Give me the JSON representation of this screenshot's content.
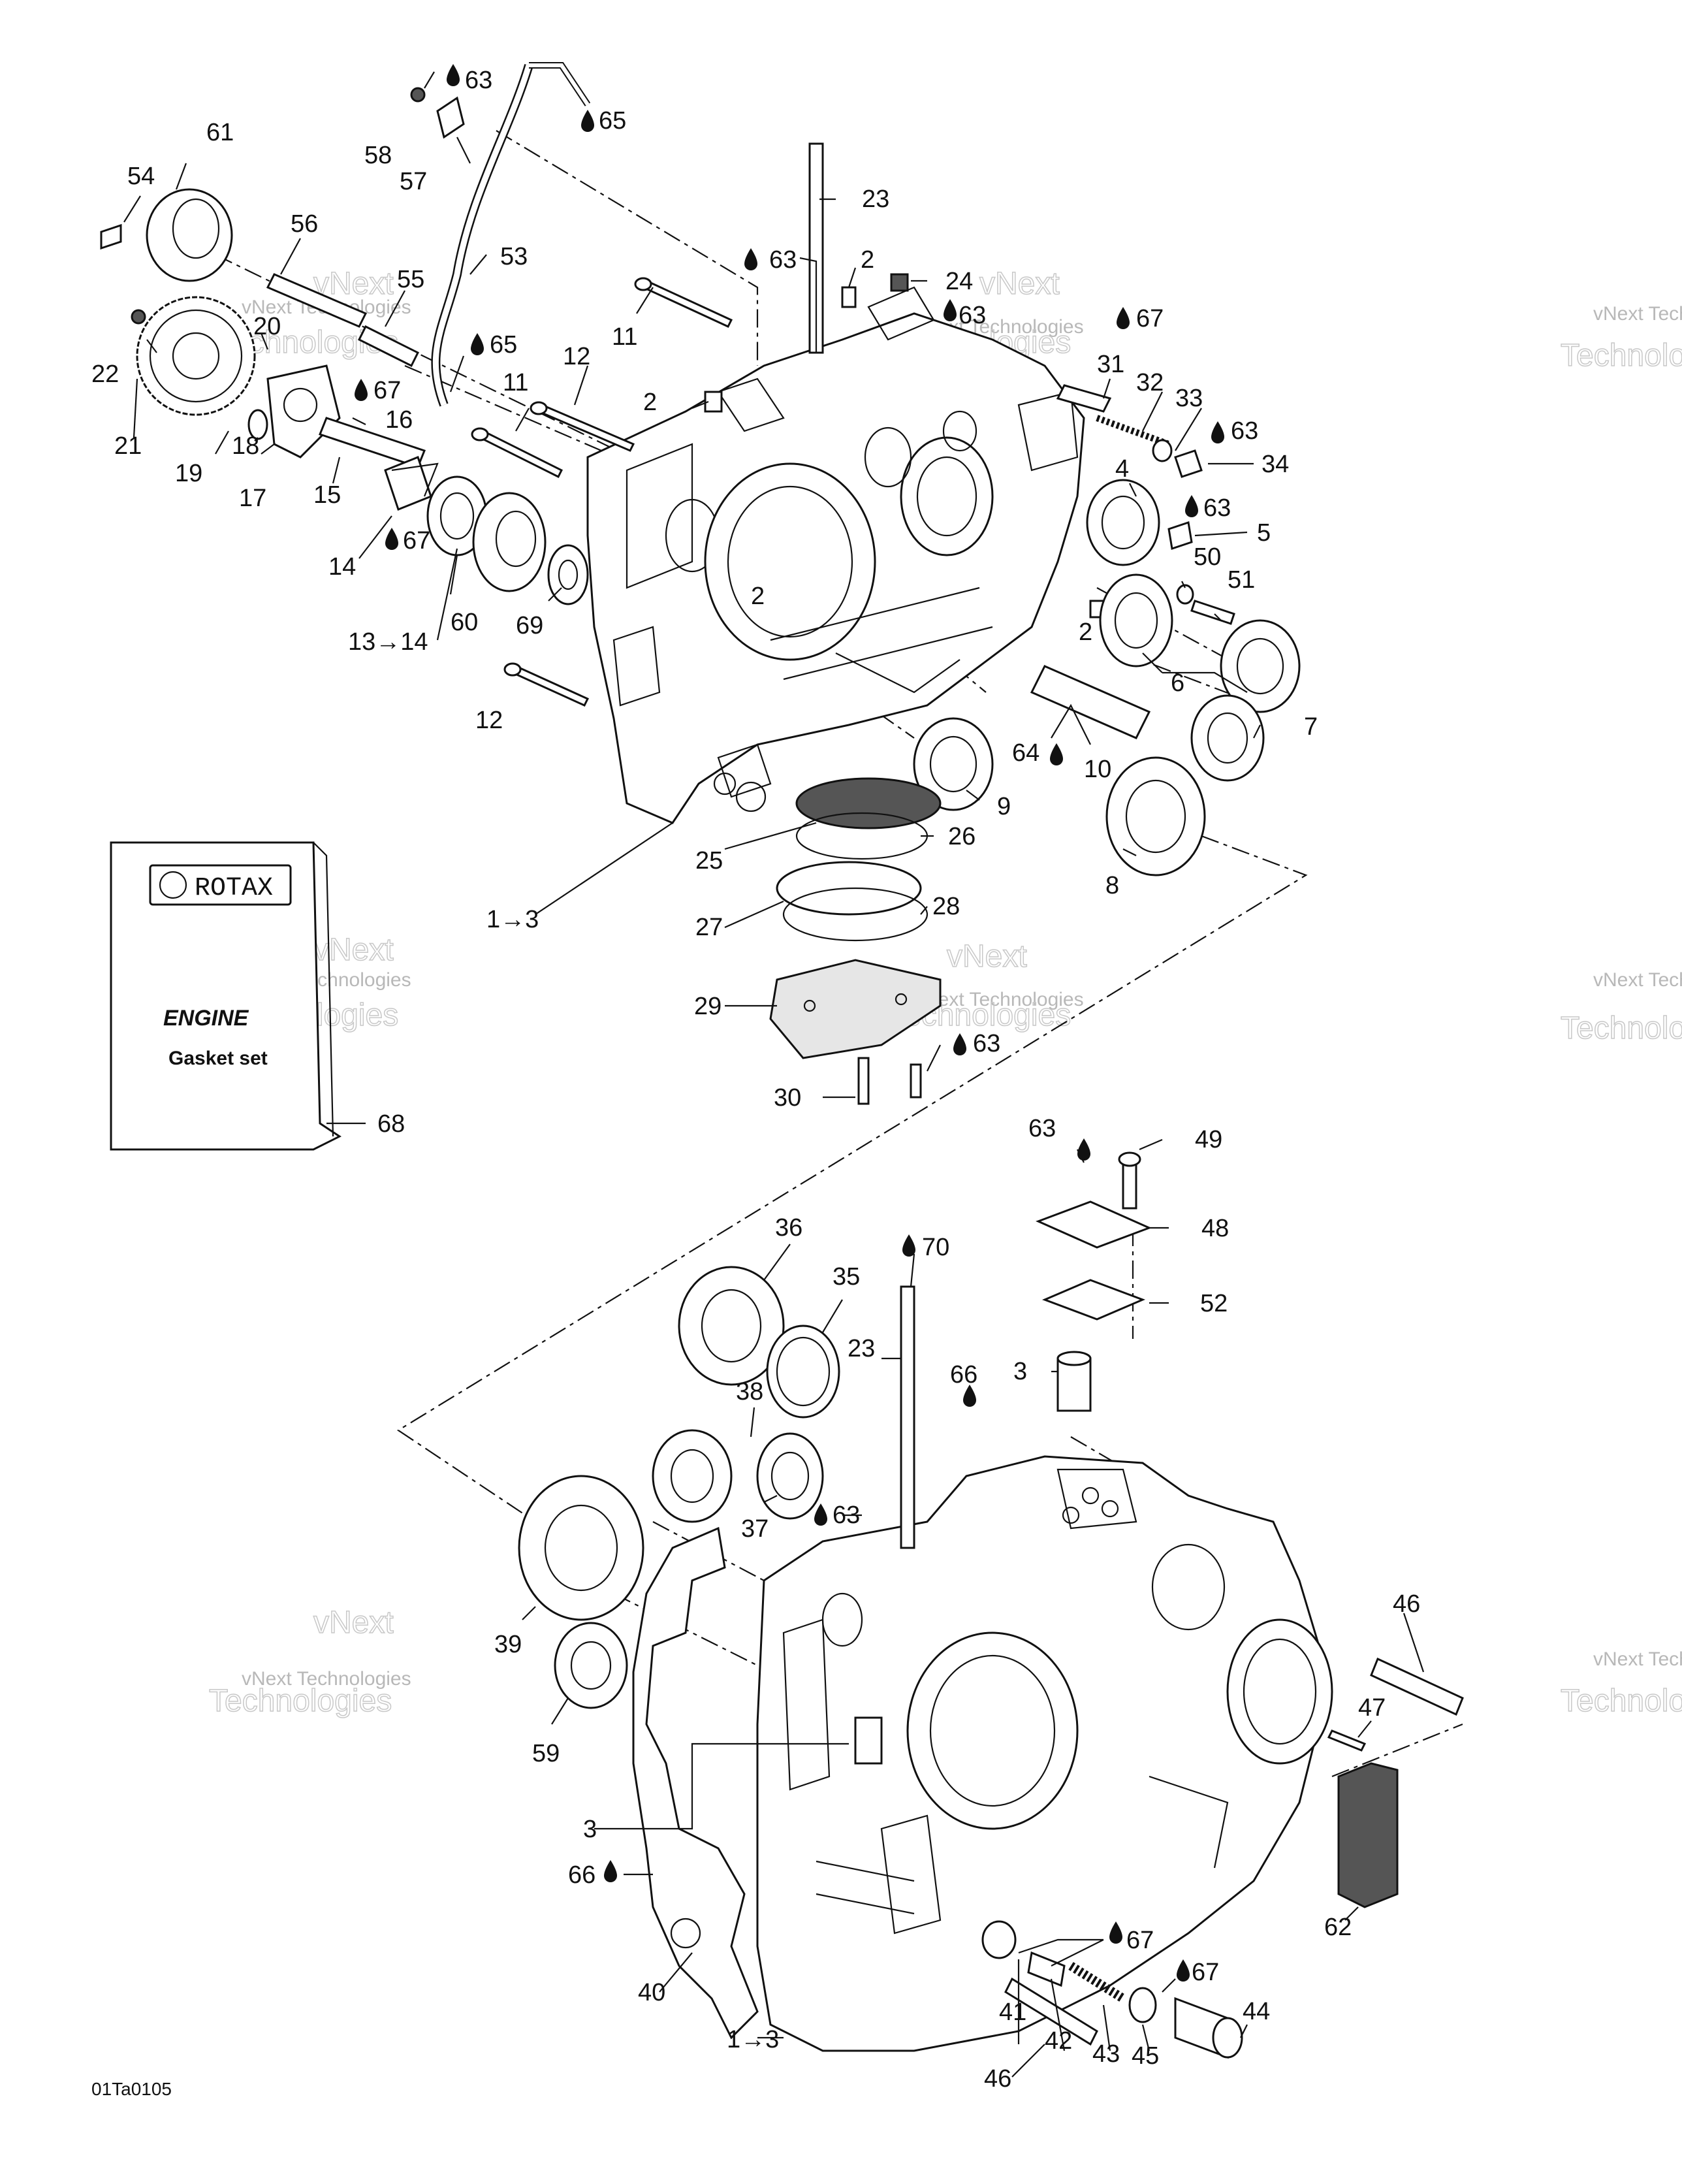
{
  "diagram": {
    "code": "01Ta0105",
    "watermark_line1": "vNext Technologies",
    "watermark_line2": "vNext",
    "watermark_line3": "Technologies",
    "book": {
      "brand": "ROTAX",
      "title": "ENGINE",
      "subtitle": "Gasket set"
    },
    "callouts": [
      {
        "text": "63"
      },
      {
        "text": "65"
      },
      {
        "text": "58"
      },
      {
        "text": "57"
      },
      {
        "text": "61"
      },
      {
        "text": "54"
      },
      {
        "text": "56"
      },
      {
        "text": "53"
      },
      {
        "text": "23"
      },
      {
        "text": "55"
      },
      {
        "text": "63"
      },
      {
        "text": "2"
      },
      {
        "text": "24"
      },
      {
        "text": "63"
      },
      {
        "text": "67"
      },
      {
        "text": "20"
      },
      {
        "text": "22"
      },
      {
        "text": "11"
      },
      {
        "text": "65"
      },
      {
        "text": "12"
      },
      {
        "text": "31"
      },
      {
        "text": "32"
      },
      {
        "text": "33"
      },
      {
        "text": "67"
      },
      {
        "text": "11"
      },
      {
        "text": "2"
      },
      {
        "text": "16"
      },
      {
        "text": "63"
      },
      {
        "text": "21"
      },
      {
        "text": "18"
      },
      {
        "text": "34"
      },
      {
        "text": "19"
      },
      {
        "text": "15"
      },
      {
        "text": "4"
      },
      {
        "text": "63"
      },
      {
        "text": "17"
      },
      {
        "text": "5"
      },
      {
        "text": "67"
      },
      {
        "text": "14"
      },
      {
        "text": "50"
      },
      {
        "text": "51"
      },
      {
        "text": "69"
      },
      {
        "text": "60"
      },
      {
        "text": "2"
      },
      {
        "text": "2"
      },
      {
        "text": "13→14"
      },
      {
        "text": "6"
      },
      {
        "text": "12"
      },
      {
        "text": "7"
      },
      {
        "text": "64"
      },
      {
        "text": "10"
      },
      {
        "text": "9"
      },
      {
        "text": "26"
      },
      {
        "text": "25"
      },
      {
        "text": "8"
      },
      {
        "text": "28"
      },
      {
        "text": "1→3"
      },
      {
        "text": "27"
      },
      {
        "text": "29"
      },
      {
        "text": "63"
      },
      {
        "text": "30"
      },
      {
        "text": "68"
      },
      {
        "text": "63"
      },
      {
        "text": "49"
      },
      {
        "text": "36"
      },
      {
        "text": "48"
      },
      {
        "text": "70"
      },
      {
        "text": "35"
      },
      {
        "text": "52"
      },
      {
        "text": "23"
      },
      {
        "text": "66"
      },
      {
        "text": "3"
      },
      {
        "text": "38"
      },
      {
        "text": "37"
      },
      {
        "text": "63"
      },
      {
        "text": "39"
      },
      {
        "text": "46"
      },
      {
        "text": "47"
      },
      {
        "text": "59"
      },
      {
        "text": "3"
      },
      {
        "text": "66"
      },
      {
        "text": "62"
      },
      {
        "text": "67"
      },
      {
        "text": "40"
      },
      {
        "text": "67"
      },
      {
        "text": "44"
      },
      {
        "text": "41"
      },
      {
        "text": "42"
      },
      {
        "text": "43"
      },
      {
        "text": "45"
      },
      {
        "text": "1→3"
      },
      {
        "text": "46"
      }
    ]
  }
}
